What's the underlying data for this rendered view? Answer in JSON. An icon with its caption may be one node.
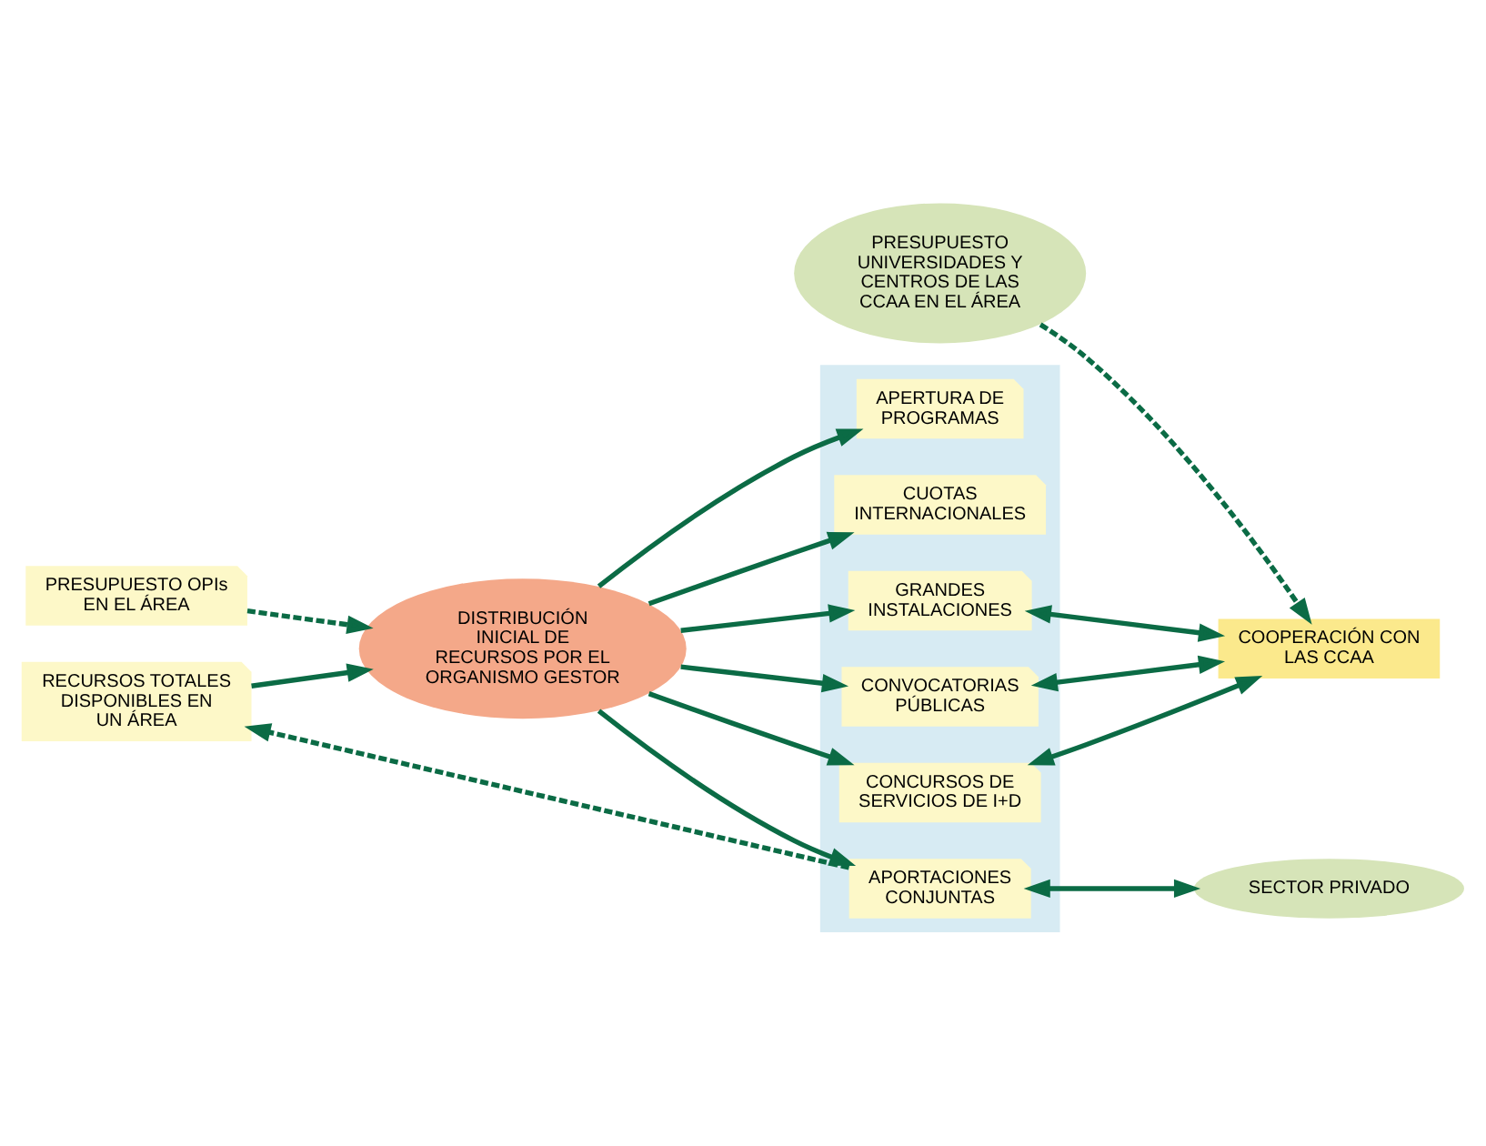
{
  "diagram": {
    "nodes": [
      {
        "text": [
          "PRESUPUESTO OPIs EN EL ÁREA"
        ]
      },
      {
        "text": [
          "DISTRIBUCIÓN INICIAL DE RECURSOS POR EL ORGANISMO GESTOR"
        ]
      },
      {
        "text": [
          "RECURSOS TOTALES DISPONIBLES EN UN ÁREA"
        ]
      },
      {
        "text": [],
        "shape": "box"
      },
      {
        "text": [
          "APERTURA DE PROGRAMAS"
        ],
        "in": 3
      },
      {
        "text": [
          "CUOTAS INTERNACIONALES"
        ],
        "in": 3
      },
      {
        "text": [
          "GRANDES INSTALACIONES"
        ],
        "in": 3
      },
      {
        "text": [
          "CONVOCATORIAS PÚBLICAS"
        ],
        "in": 3
      },
      {
        "text": [
          "CONCURSOS DE SERVICIOS DE I+D"
        ],
        "in": 3
      },
      {
        "text": [
          "APORTACIONES CONJUNTAS"
        ],
        "in": 3
      },
      {
        "text": [
          "PRESUPUESTO UNIVERSIDADES Y CENTROS DE LAS CCAA EN EL ÁREA"
        ]
      },
      {
        "text": [
          "COOPERACIÓN CON LAS CCAA"
        ]
      },
      {
        "text": [
          "SECTOR PRIVADO"
        ]
      }
    ],
    "edges": [
      {
        "from": 0,
        "to": 1,
        "arrow": "to",
        "style": "dashed"
      },
      {
        "from": 2,
        "to": 1,
        "arrow": "to"
      },
      {
        "from": 1,
        "to": 4,
        "arrow": "to"
      },
      {
        "from": 1,
        "to": 5,
        "arrow": "to"
      },
      {
        "from": 1,
        "to": 6,
        "arrow": "to"
      },
      {
        "from": 1,
        "to": 7,
        "arrow": "to"
      },
      {
        "from": 1,
        "to": 8,
        "arrow": "to"
      },
      {
        "from": 1,
        "to": 9,
        "arrow": "to"
      },
      {
        "from": 9,
        "to": 2,
        "arrow": "to",
        "style": "dashed"
      },
      {
        "from": 10,
        "to": 11,
        "arrow": "to",
        "style": "dashed"
      },
      {
        "from": 6,
        "to": 11,
        "arrow": "both"
      },
      {
        "from": 7,
        "to": 11,
        "arrow": "both"
      },
      {
        "from": 8,
        "to": 11,
        "arrow": "both"
      },
      {
        "from": 9,
        "to": 12,
        "arrow": "both"
      }
    ]
  }
}
